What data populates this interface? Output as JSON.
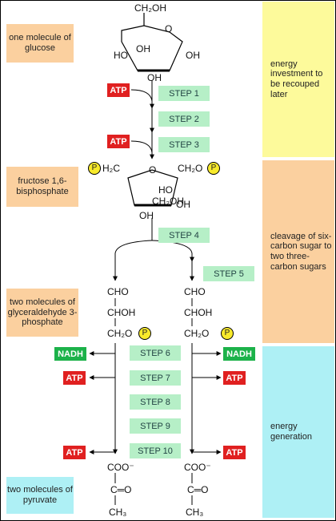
{
  "labels": {
    "glucose": "one molecule of glucose",
    "fructose": "fructose 1,6- bisphosphate",
    "g3p": "two molecules of glyceraldehyde 3-phosphate",
    "pyruvate": "two molecules of pyruvate"
  },
  "phases": {
    "investment": "energy investment to be recouped later",
    "cleavage": "cleavage of six-carbon sugar to two three-carbon sugars",
    "generation": "energy generation"
  },
  "steps": [
    "STEP 1",
    "STEP 2",
    "STEP 3",
    "STEP 4",
    "STEP 5",
    "STEP 6",
    "STEP 7",
    "STEP 8",
    "STEP 9",
    "STEP 10"
  ],
  "atp": "ATP",
  "nadh": "NADH",
  "phosphate": "P",
  "glucose_chem": {
    "ch2oh": "CH₂OH",
    "oh": "OH",
    "o": "O",
    "ho": "HO"
  },
  "fructose_chem": {
    "left": "H₂C",
    "right": "CH₂O",
    "o": "O",
    "ho": "HO",
    "ch2oh": "CH₂OH",
    "oh": "OH"
  },
  "g3p_chem": {
    "cho": "CHO",
    "choh": "CHOH",
    "ch2o": "CH₂O"
  },
  "pyruvate_chem": {
    "coo": "COO⁻",
    "co": "C═O",
    "ch3": "CH₃"
  },
  "colors": {
    "investment": "#fdfa9b",
    "cleavage": "#fbd09f",
    "generation": "#aef0f5",
    "label": "#fbd09f",
    "pyruvate_label": "#aef0f5",
    "step": "#b6efc7",
    "atp": "#e02020",
    "nadh": "#1cb24a",
    "phosphate": "#f8ea2b"
  }
}
